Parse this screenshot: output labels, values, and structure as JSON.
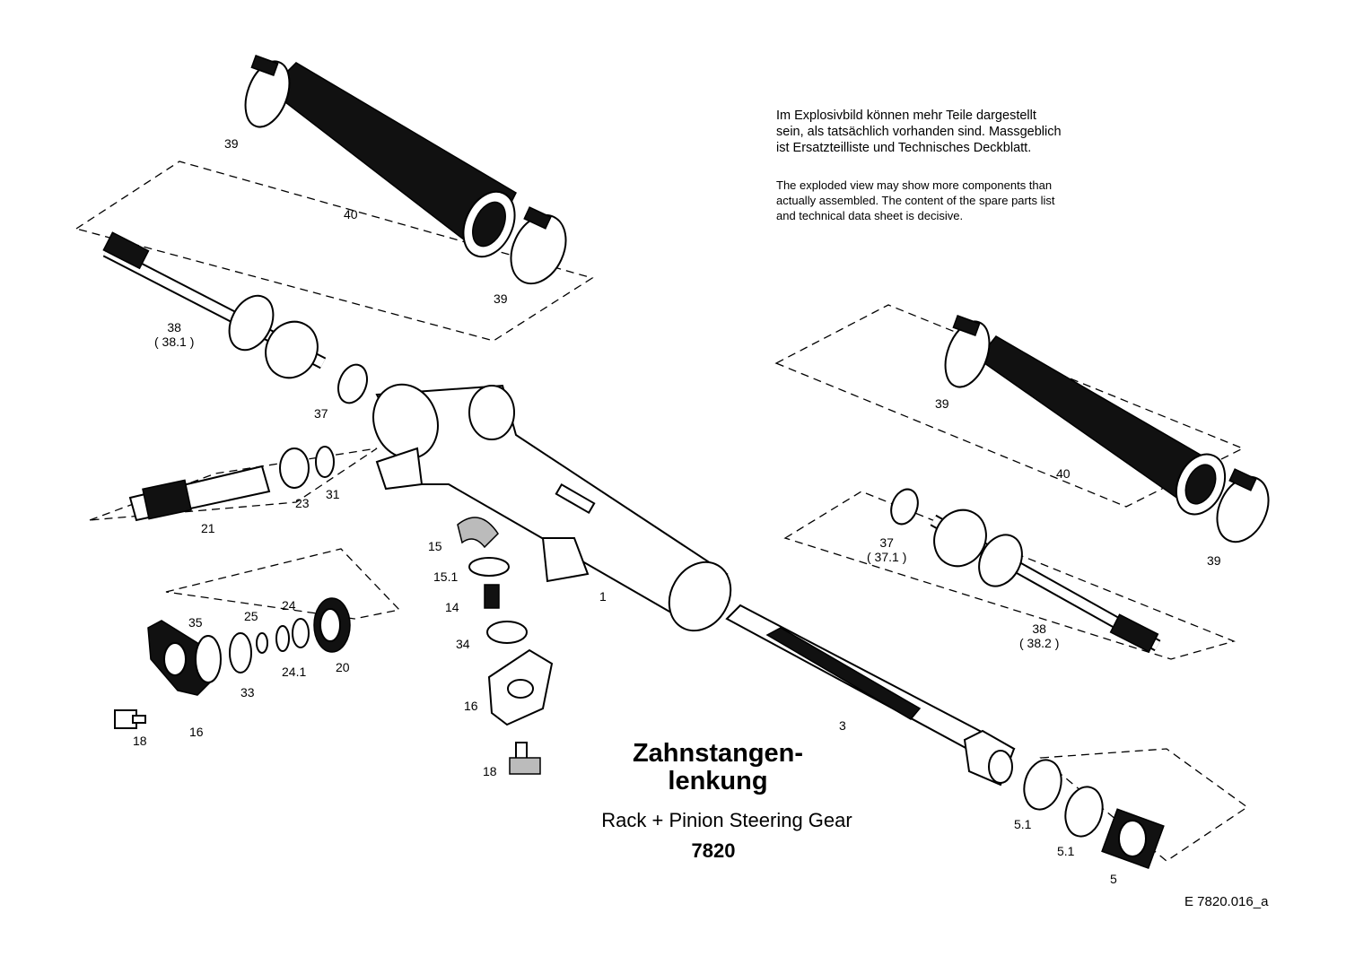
{
  "diagram": {
    "note_de": "Im Explosivbild können mehr Teile dargestellt\nsein, als tatsächlich vorhanden sind. Massgeblich\nist Ersatzteilliste und Technisches Deckblatt.",
    "note_en": "The exploded view may show more components than\nactually assembled. The content of the spare parts list\nand technical data sheet is decisive.",
    "title_de": "Zahnstangen-\nlenkung",
    "title_en": "Rack + Pinion Steering Gear",
    "code": "7820",
    "doc_id": "E 7820.016_a",
    "labels": [
      {
        "id": "39-top",
        "text": "39"
      },
      {
        "id": "40-top",
        "text": "40"
      },
      {
        "id": "39-top-clamp",
        "text": "39"
      },
      {
        "id": "38-left",
        "text": "38\n( 38.1 )"
      },
      {
        "id": "37-left",
        "text": "37"
      },
      {
        "id": "23",
        "text": "23"
      },
      {
        "id": "31",
        "text": "31"
      },
      {
        "id": "21",
        "text": "21"
      },
      {
        "id": "15",
        "text": "15"
      },
      {
        "id": "15.1",
        "text": "15.1"
      },
      {
        "id": "14",
        "text": "14"
      },
      {
        "id": "34",
        "text": "34"
      },
      {
        "id": "16-mid",
        "text": "16"
      },
      {
        "id": "18-mid",
        "text": "18"
      },
      {
        "id": "1",
        "text": "1"
      },
      {
        "id": "35",
        "text": "35"
      },
      {
        "id": "25",
        "text": "25"
      },
      {
        "id": "24",
        "text": "24"
      },
      {
        "id": "33",
        "text": "33"
      },
      {
        "id": "24.1",
        "text": "24.1"
      },
      {
        "id": "20",
        "text": "20"
      },
      {
        "id": "18-left",
        "text": "18"
      },
      {
        "id": "16-left",
        "text": "16"
      },
      {
        "id": "39-right",
        "text": "39"
      },
      {
        "id": "40-right",
        "text": "40"
      },
      {
        "id": "37-right",
        "text": "37\n( 37.1 )"
      },
      {
        "id": "39-right-clamp",
        "text": "39"
      },
      {
        "id": "38-right",
        "text": "38\n( 38.2 )"
      },
      {
        "id": "3",
        "text": "3"
      },
      {
        "id": "5.1-a",
        "text": "5.1"
      },
      {
        "id": "5.1-b",
        "text": "5.1"
      },
      {
        "id": "5",
        "text": "5"
      }
    ]
  }
}
